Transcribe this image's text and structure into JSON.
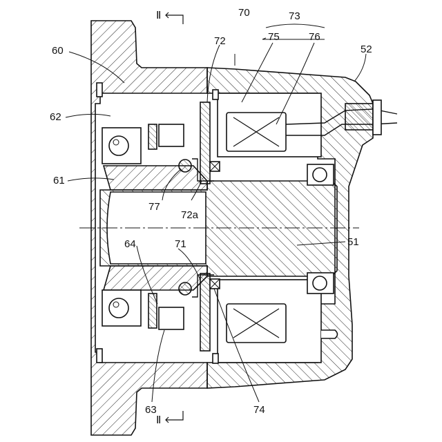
{
  "labels": {
    "l60": "60",
    "l62": "62",
    "l61": "61",
    "l64": "64",
    "l63": "63",
    "l70": "70",
    "l72": "72",
    "l73": "73",
    "l75": "75",
    "l76": "76",
    "l52": "52",
    "l51": "51",
    "l77": "77",
    "l72a": "72a",
    "l71": "71",
    "l74": "74"
  },
  "section": {
    "top": "Ⅱ",
    "bottom": "Ⅱ"
  }
}
